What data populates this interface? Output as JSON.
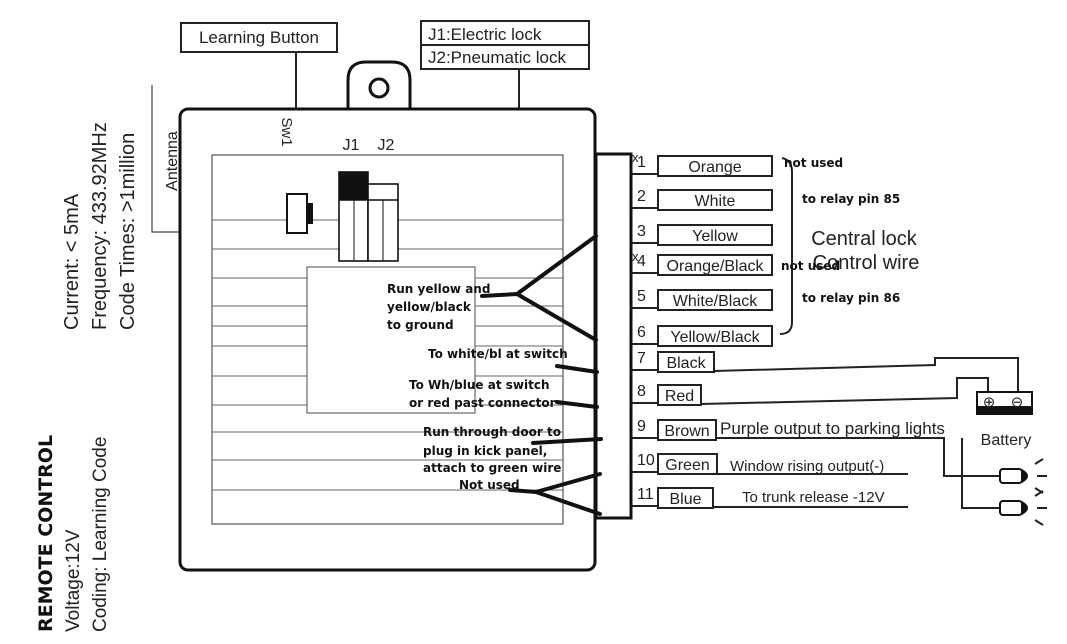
{
  "callouts": {
    "learning_button": "Learning Button",
    "j1": "J1:Electric lock",
    "j2": "J2:Pneumatic lock"
  },
  "board": {
    "sw1": "Sw1",
    "j1": "J1",
    "j2": "J2"
  },
  "specs": {
    "antenna": "Antenna",
    "current": "Current:  < 5mA",
    "frequency": "Frequency: 433.92MHz",
    "code_times": "Code Times: >1million",
    "remote_control": "REMOTE CONTROL",
    "voltage": "Voltage:12V",
    "coding": "Coding: Learning Code"
  },
  "pins": [
    {
      "num": "1",
      "label": "Orange",
      "mark": "x"
    },
    {
      "num": "2",
      "label": "White"
    },
    {
      "num": "3",
      "label": "Yellow"
    },
    {
      "num": "4",
      "label": "Orange/Black",
      "mark": "x"
    },
    {
      "num": "5",
      "label": "White/Black"
    },
    {
      "num": "6",
      "label": "Yellow/Black"
    },
    {
      "num": "7",
      "label": "Black"
    },
    {
      "num": "8",
      "label": "Red"
    },
    {
      "num": "9",
      "label": "Brown"
    },
    {
      "num": "10",
      "label": "Green"
    },
    {
      "num": "11",
      "label": "Blue"
    }
  ],
  "outputs": {
    "central_lock_line1": "Central lock",
    "central_lock_line2": "Control wire",
    "parking": "Purple output to parking lights",
    "window": "Window rising output(-)",
    "trunk": "To trunk release -12V",
    "battery": "Battery",
    "battery_plus": "⊕",
    "battery_minus": "⊖"
  },
  "annotations": {
    "not_used_1": "not used",
    "relay_85": "to relay pin 85",
    "not_used_4": "not used",
    "relay_86": "to relay pin 86",
    "ground_1": "Run yellow and",
    "ground_2": "yellow/black",
    "ground_3": "to ground",
    "to_white": "To white/bl at switch",
    "to_wh_blue_1": "To Wh/blue at switch",
    "to_wh_blue_2": "or red past connector",
    "door_1": "Run through door to",
    "door_2": "plug in kick panel,",
    "door_3": "attach to green wire",
    "not_used_bottom": "Not used"
  }
}
